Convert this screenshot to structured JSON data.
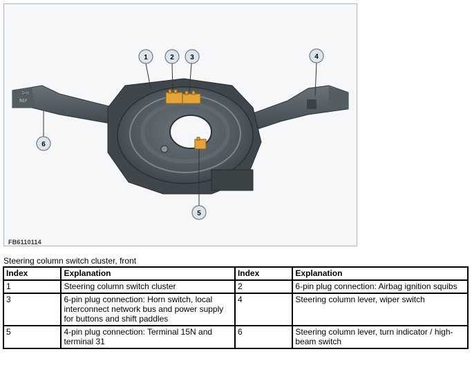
{
  "figure": {
    "id_label": "FB6110114",
    "callouts": [
      "1",
      "2",
      "3",
      "4",
      "5",
      "6"
    ],
    "colors": {
      "housing": "#4a5358",
      "housing_light": "#7d868c",
      "plug": "#e3a43a",
      "callout_fill": "#dde5ec",
      "callout_stroke": "#6f7a84"
    }
  },
  "caption": "Steering column switch cluster, front",
  "table": {
    "headers": [
      "Index",
      "Explanation",
      "Index",
      "Explanation"
    ],
    "rows": [
      [
        "1",
        "Steering column switch cluster",
        "2",
        "6-pin plug connection: Airbag ignition squibs"
      ],
      [
        "3",
        "6-pin plug connection: Horn switch, local interconnect network bus and power supply for buttons and shift paddles",
        "4",
        "Steering column lever, wiper switch"
      ],
      [
        "5",
        "4-pin plug connection: Terminal 15N and terminal 31",
        "6",
        "Steering column lever, turn indicator / high-beam switch"
      ]
    ]
  }
}
